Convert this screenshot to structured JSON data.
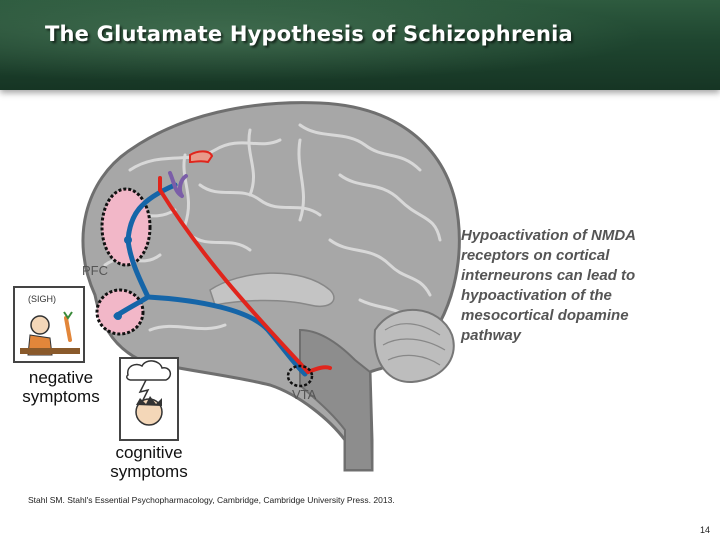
{
  "title": "The Glutamate Hypothesis of Schizophrenia",
  "labels": {
    "pfc": "PFC",
    "vta": "VTA",
    "negative_symptoms": "negative symptoms",
    "cognitive_symptoms": "cognitive symptoms",
    "sigh": "(SIGH)"
  },
  "description": "Hypoactivation of NMDA receptors on cortical interneurons can lead to hypoactivation of the mesocortical dopamine pathway",
  "citation": "Stahl SM. Stahl's Essential Psychopharmacology, Cambridge, Cambridge University Press. 2013.",
  "page_number": "14",
  "colors": {
    "header_bg": "#1f4630",
    "glutamate_pathway": "#1565a8",
    "dopamine_pathway": "#e0251c",
    "interneuron": "#7b5ea8",
    "pfc_region": "#f2b7c8",
    "brain": "#9a9a9a"
  }
}
